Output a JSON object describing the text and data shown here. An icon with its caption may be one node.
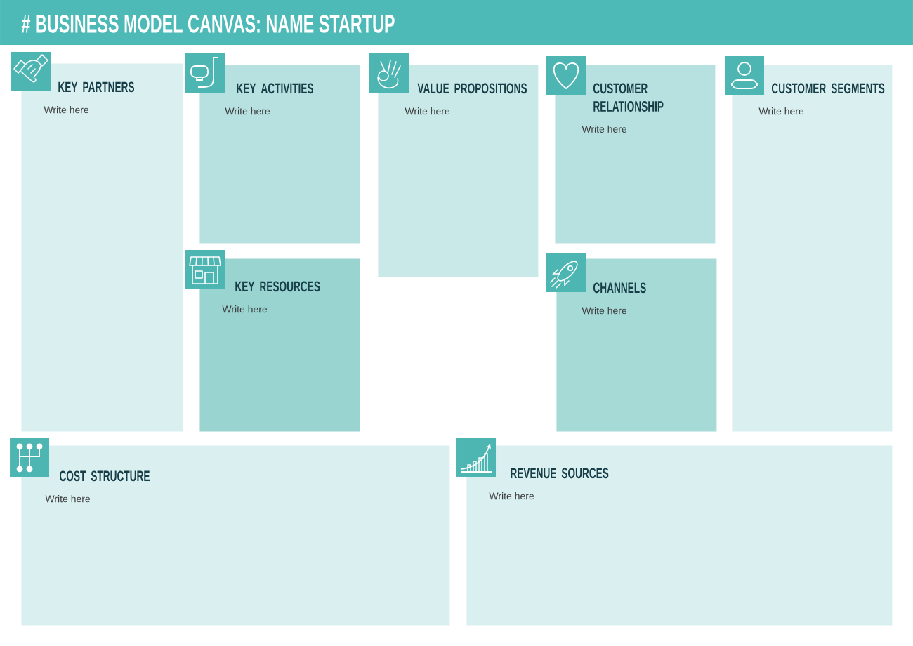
{
  "diagram": {
    "title": "# BUSINESS MODEL CANVAS: NAME STARTUP",
    "nodes": [
      {
        "text": [
          "KEY PARTNERS",
          "Write here"
        ]
      },
      {
        "text": [
          "KEY ACTIVITIES",
          "Write here"
        ]
      },
      {
        "text": [
          "VALUE PROPOSITIONS",
          "Write here"
        ]
      },
      {
        "text": [
          "CUSTOMER RELATIONSHIP",
          "Write here"
        ]
      },
      {
        "text": [
          "CUSTOMER SEGMENTS",
          "Write here"
        ]
      },
      {
        "text": [
          "KEY RESOURCES",
          "Write here"
        ]
      },
      {
        "text": [
          "CHANNELS",
          "Write here"
        ]
      },
      {
        "text": [
          "COST STRUCTURE",
          "Write here"
        ]
      },
      {
        "text": [
          "REVENUE SOURCES",
          "Write here"
        ]
      }
    ]
  }
}
